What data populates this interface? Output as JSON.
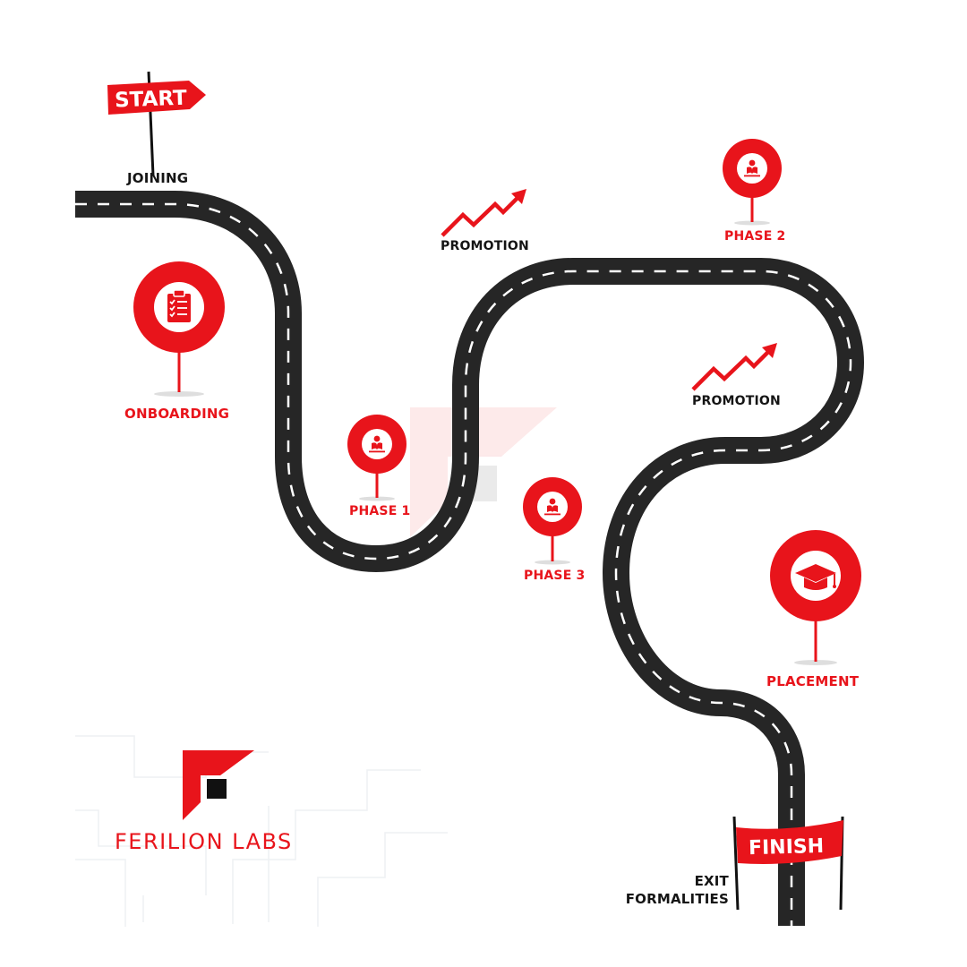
{
  "colors": {
    "accent": "#e8141b",
    "road": "#262626",
    "road_dash": "#ffffff",
    "text_dark": "#151515"
  },
  "start_sign": {
    "label": "START"
  },
  "finish_banner": {
    "label": "FINISH"
  },
  "milestones": {
    "joining": "JOINING",
    "onboarding": {
      "label": "ONBOARDING",
      "icon": "clipboard-checklist-icon"
    },
    "phase1": {
      "label": "PHASE 1",
      "icon": "reading-person-icon"
    },
    "phase2": {
      "label": "PHASE 2",
      "icon": "reading-person-icon"
    },
    "phase3": {
      "label": "PHASE 3",
      "icon": "reading-person-icon"
    },
    "promotion1": {
      "label": "PROMOTION",
      "icon": "trend-up-arrow-icon"
    },
    "promotion2": {
      "label": "PROMOTION",
      "icon": "trend-up-arrow-icon"
    },
    "placement": {
      "label": "PLACEMENT",
      "icon": "graduation-cap-icon"
    },
    "exit_line1": "EXIT",
    "exit_line2": "FORMALITIES"
  },
  "brand": {
    "name": "FERILION LABS"
  }
}
